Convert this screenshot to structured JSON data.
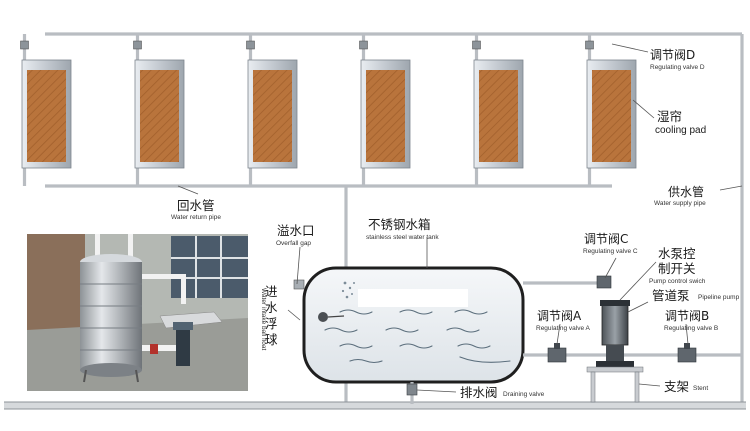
{
  "labels": {
    "valve_d_cn": "调节阀D",
    "valve_d_en": "Regulating valve D",
    "cooling_pad_cn": "湿帘",
    "cooling_pad_en": "cooling pad",
    "return_pipe_cn": "回水管",
    "return_pipe_en": "Water return pipe",
    "supply_pipe_cn": "供水管",
    "supply_pipe_en": "Water supply pipe",
    "overflow_cn": "溢水口",
    "overflow_en": "Overfall gap",
    "tank_cn": "不锈钢水箱",
    "tank_en": "stainless steel water tank",
    "valve_c_cn": "调节阀C",
    "valve_c_en": "Regulating valve C",
    "pump_switch_cn_1": "水泵控",
    "pump_switch_cn_2": "制开关",
    "pump_switch_en": "Pump control swich",
    "float_cn": "进水浮球",
    "float_en": "Water intake ball float",
    "valve_a_cn": "调节阀A",
    "valve_a_en": "Regulating valve A",
    "pump_cn": "管道泵",
    "pump_en": "Pipeline pump",
    "valve_b_cn": "调节阀B",
    "valve_b_en": "Regulating valve B",
    "drain_cn": "排水阀",
    "drain_en": "Draining valve",
    "stent_cn": "支架",
    "stent_en": "Stent"
  },
  "colors": {
    "pad_face": "#b9743c",
    "pad_frame": "#c9cfd6",
    "pipe": "#b9bdc2",
    "tank_fill": "#e9eef2"
  },
  "pads": {
    "count": 6
  }
}
